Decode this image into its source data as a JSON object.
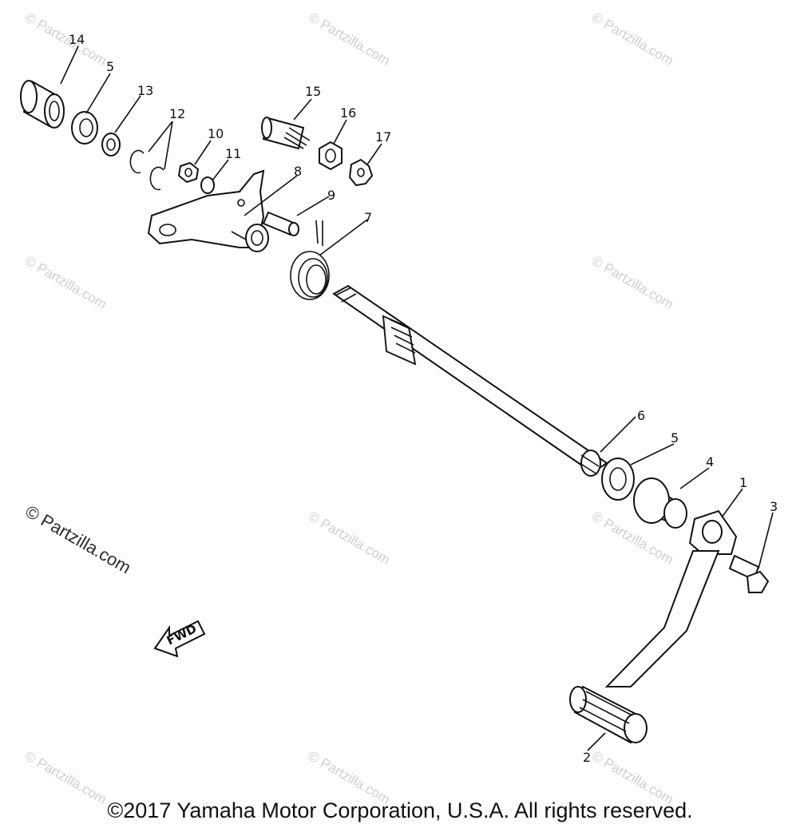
{
  "callouts": {
    "p1": "1",
    "p2": "2",
    "p3": "3",
    "p4": "4",
    "p5a": "5",
    "p5b": "5",
    "p6": "6",
    "p7": "7",
    "p8": "8",
    "p9": "9",
    "p10": "10",
    "p11": "11",
    "p12": "12",
    "p13": "13",
    "p14": "14",
    "p15": "15",
    "p16": "16",
    "p17": "17"
  },
  "watermark": "© Partzilla.com",
  "watermark_main": "© Partzilla.com",
  "direction_arrow": "FWD",
  "copyright": "©2017 Yamaha Motor Corporation, U.S.A. All rights reserved."
}
